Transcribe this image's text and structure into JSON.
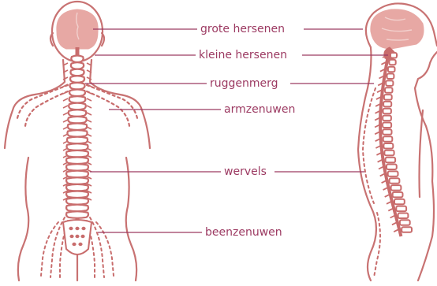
{
  "labels": {
    "cerebrum": "grote hersenen",
    "cerebellum": "kleine hersenen",
    "spinal_cord": "ruggenmerg",
    "arm_nerves": "armzenuwen",
    "vertebrae": "wervels",
    "leg_nerves": "beenzenuwen"
  },
  "colors": {
    "outline": "#c87272",
    "brain_fill": "#e7a8a4",
    "brain_fold": "#f2d0cd",
    "spine": "#c86c6c",
    "vertebra_fill": "#ffffff",
    "label_text": "#9c3a62",
    "leader_line": "#9c3a62"
  }
}
